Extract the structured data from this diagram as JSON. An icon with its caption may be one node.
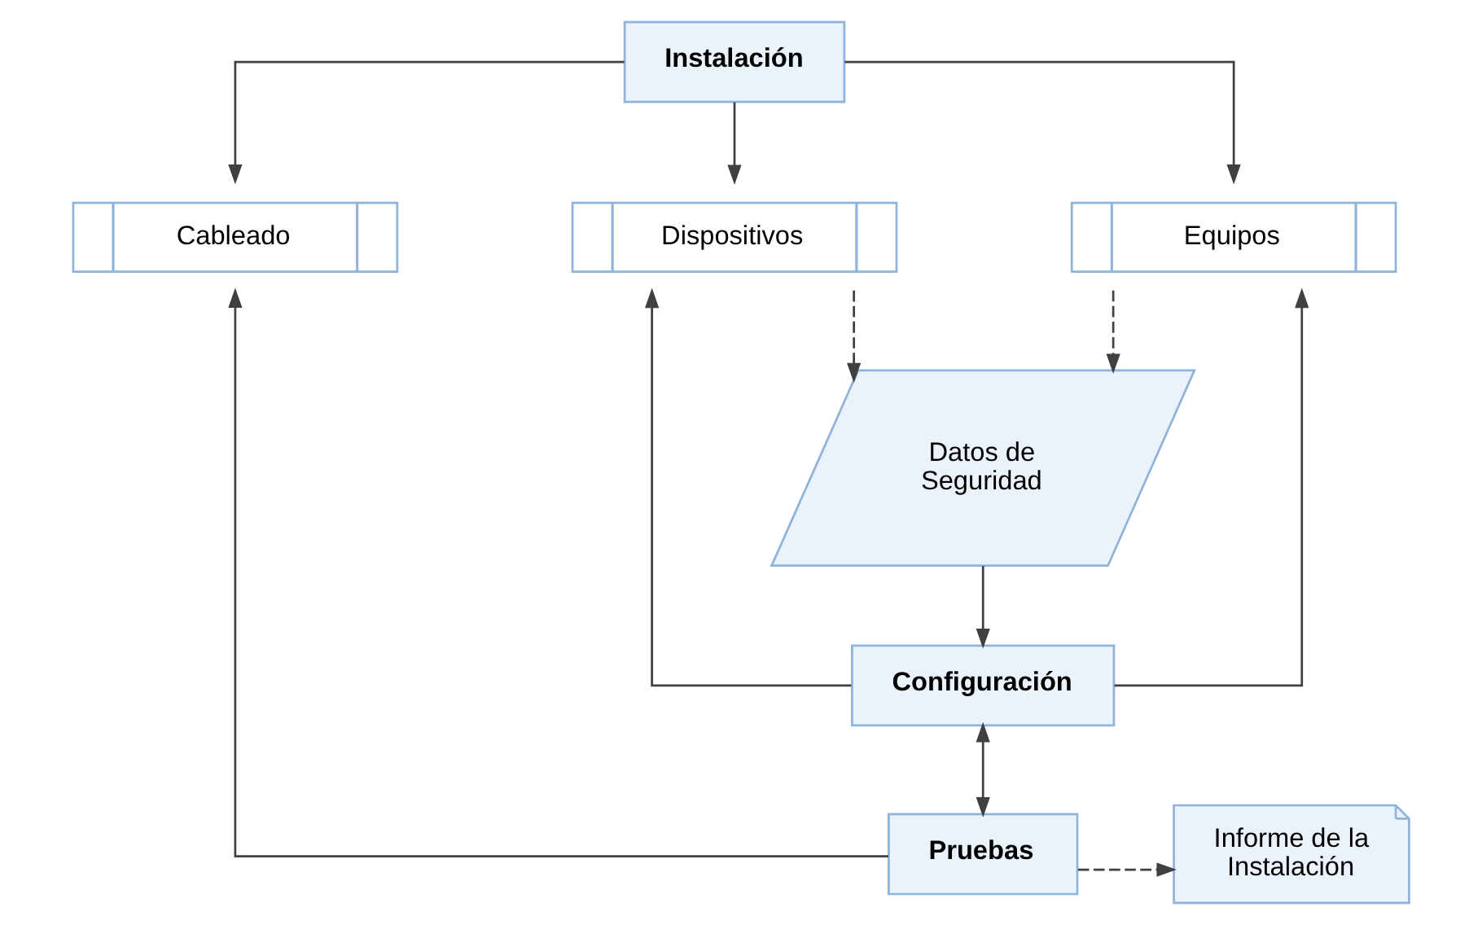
{
  "diagram": {
    "nodes": [
      {
        "text": [
          "Instalación"
        ]
      },
      {
        "text": [
          "Cableado"
        ]
      },
      {
        "text": [
          "Dispositivos"
        ]
      },
      {
        "text": [
          "Equipos"
        ]
      },
      {
        "text": [
          "Datos de Seguridad"
        ]
      },
      {
        "text": [
          "Configuración"
        ]
      },
      {
        "text": [
          "Pruebas"
        ]
      },
      {
        "text": [
          "Informe de la Instalación"
        ]
      }
    ],
    "edges": [
      {
        "from": 0,
        "to": 1,
        "arrow": "to"
      },
      {
        "from": 0,
        "to": 2,
        "arrow": "to"
      },
      {
        "from": 0,
        "to": 3,
        "arrow": "to"
      },
      {
        "from": 2,
        "to": 4,
        "arrow": "to",
        "style": "dashed"
      },
      {
        "from": 3,
        "to": 4,
        "arrow": "to",
        "style": "dashed"
      },
      {
        "from": 4,
        "to": 5,
        "arrow": "to"
      },
      {
        "from": 5,
        "to": 2,
        "arrow": "to"
      },
      {
        "from": 5,
        "to": 3,
        "arrow": "to"
      },
      {
        "from": 5,
        "to": 6,
        "arrow": "both"
      },
      {
        "from": 6,
        "to": 1,
        "arrow": "to"
      },
      {
        "from": 6,
        "to": 7,
        "arrow": "to",
        "style": "dashed"
      }
    ]
  }
}
